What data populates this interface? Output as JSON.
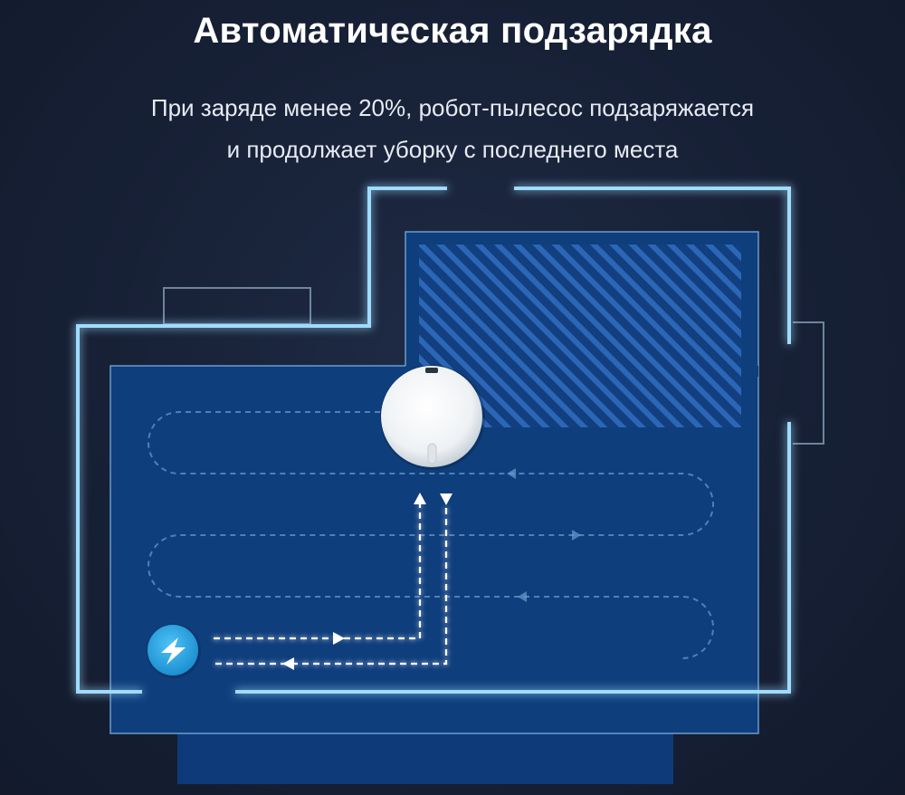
{
  "header": {
    "title": "Автоматическая подзарядка",
    "subtitle_line1": "При заряде менее 20%, робот-пылесос подзаряжается",
    "subtitle_line2": "и продолжает уборку с последнего места"
  },
  "colors": {
    "wall_glow": "#8fd6ff",
    "room_fill": "#0f3f7e",
    "floor_strip": "#0d3c7e",
    "hatch": "#2f6fc4",
    "path_dash": "#7fb2e6",
    "robot": "#f4f6f8",
    "dock": "#2ba9e6"
  },
  "icons": {
    "robot": "robot-vacuum-icon",
    "dock": "charging-dock-icon"
  }
}
